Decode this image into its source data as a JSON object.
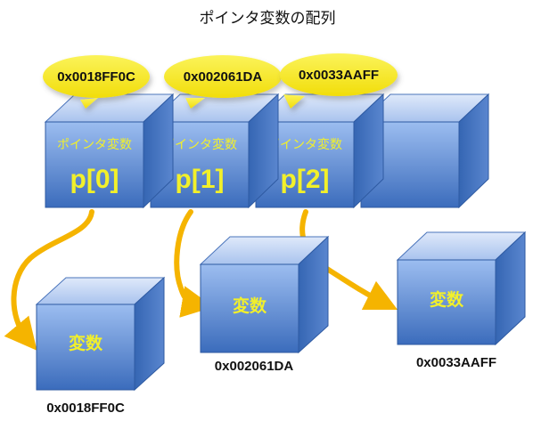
{
  "title": "ポインタ変数の配列",
  "array_cells": [
    {
      "type_label": "ポインタ変数",
      "element_label": "p[0]",
      "address": "0x0018FF0C"
    },
    {
      "type_label": "ポインタ変数",
      "element_label": "p[1]",
      "address": "0x002061DA"
    },
    {
      "type_label": "ポインタ変数",
      "element_label": "p[2]",
      "address": "0x0033AAFF"
    },
    {
      "type_label": "",
      "element_label": "",
      "address": ""
    }
  ],
  "targets": [
    {
      "label": "変数",
      "address": "0x0018FF0C"
    },
    {
      "label": "変数",
      "address": "0x002061DA"
    },
    {
      "label": "変数",
      "address": "0x0033AAFF"
    }
  ],
  "colors": {
    "box_front_top": "#8fb2e8",
    "box_front_bottom": "#3d6fbe",
    "box_side": "#2f5ea8",
    "box_top": "#b9cff2",
    "text_yellow": "#f2f02a",
    "bubble": "#f7ea18",
    "arrow": "#f5b400"
  }
}
